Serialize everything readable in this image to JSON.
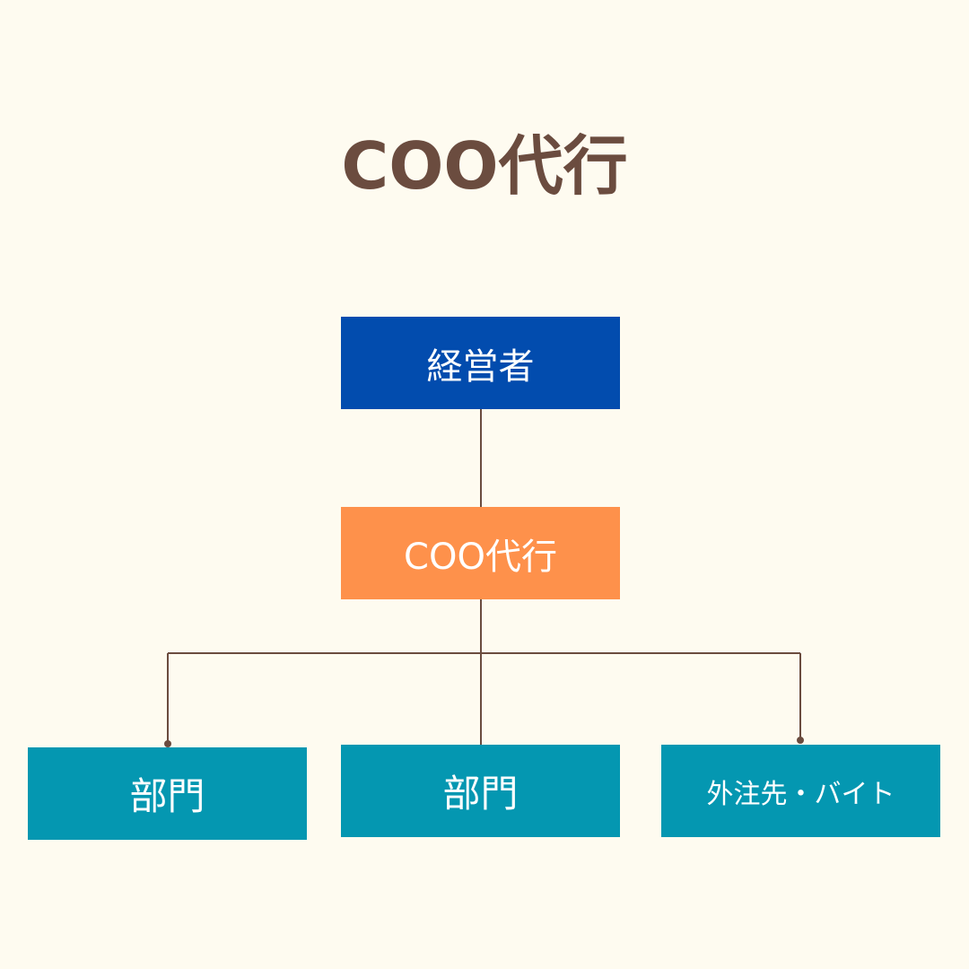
{
  "title": "COO代行",
  "colors": {
    "background": "#fefbf0",
    "title": "#6b4c3f",
    "ceo_box": "#024cae",
    "coo_box": "#fe914b",
    "dept_box": "#0497b1",
    "connector": "#6b4c3f"
  },
  "nodes": {
    "ceo": "経営者",
    "coo": "COO代行",
    "dept1": "部門",
    "dept2": "部門",
    "outsource": "外注先・バイト"
  }
}
